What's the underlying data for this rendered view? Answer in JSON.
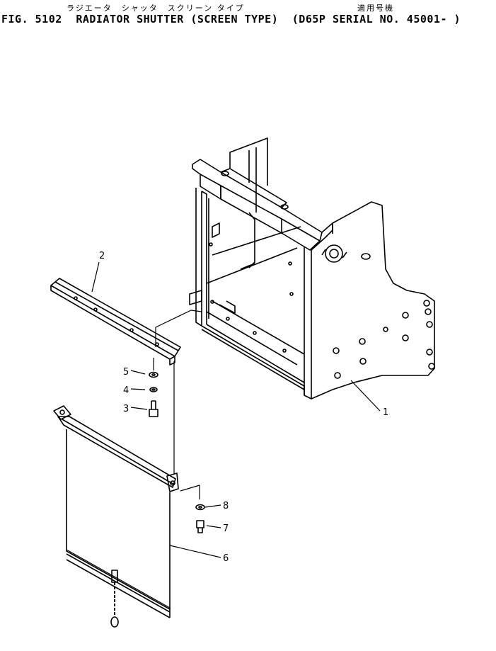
{
  "header": {
    "jp_part_name": "ラジエータ　シャッタ　スクリーン タイプ",
    "jp_applicable": "適用号機",
    "fig": "FIG. 5102",
    "title": "RADIATOR SHUTTER (SCREEN TYPE)",
    "serial": "(D65P SERIAL NO. 45001- )"
  },
  "callouts": [
    "1",
    "2",
    "3",
    "4",
    "5",
    "6",
    "7",
    "8"
  ]
}
